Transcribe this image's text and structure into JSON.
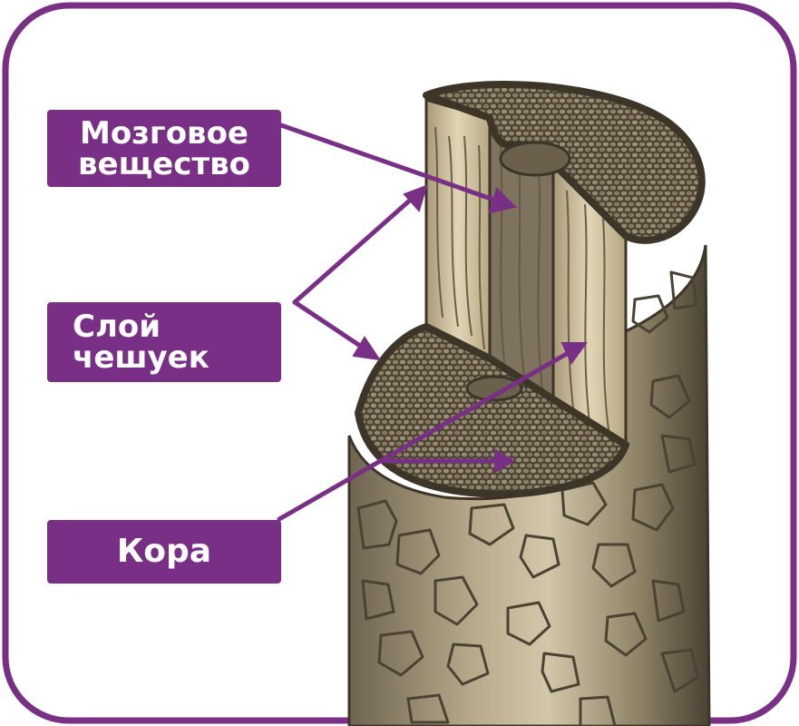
{
  "labels": {
    "medulla": "Мозговое\nвещество",
    "cuticle": "Слой\nчешуек",
    "cortex": "Кора"
  },
  "colors": {
    "frame": "#7a2f86",
    "label_bg": "#7a2f86",
    "label_text": "#ffffff",
    "arrow": "#7a2f86",
    "cuticle_scales": "#5b5142",
    "cortex_fibers": "#d8c9a6",
    "medulla_core": "#7e735f"
  }
}
